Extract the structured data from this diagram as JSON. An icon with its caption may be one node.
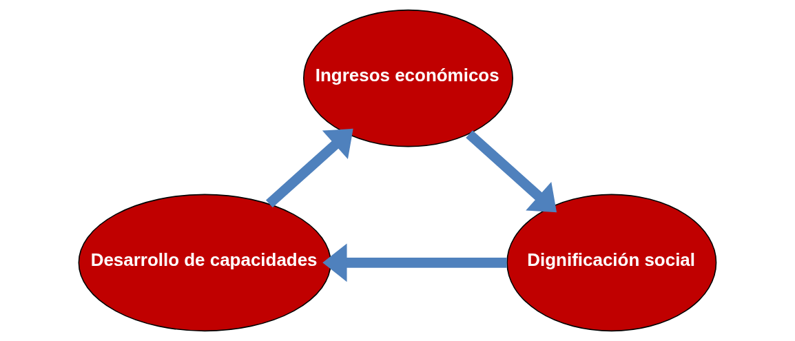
{
  "diagram": {
    "nodes": [
      {
        "text": [
          "Ingresos económicos"
        ]
      },
      {
        "text": [
          "Desarrollo de capacidades"
        ]
      },
      {
        "text": [
          "Dignificación social"
        ]
      }
    ],
    "edges": [
      {
        "from": 1,
        "to": 0,
        "arrow": "to"
      },
      {
        "from": 0,
        "to": 2,
        "arrow": "to"
      },
      {
        "from": 2,
        "to": 1,
        "arrow": "to"
      }
    ]
  }
}
